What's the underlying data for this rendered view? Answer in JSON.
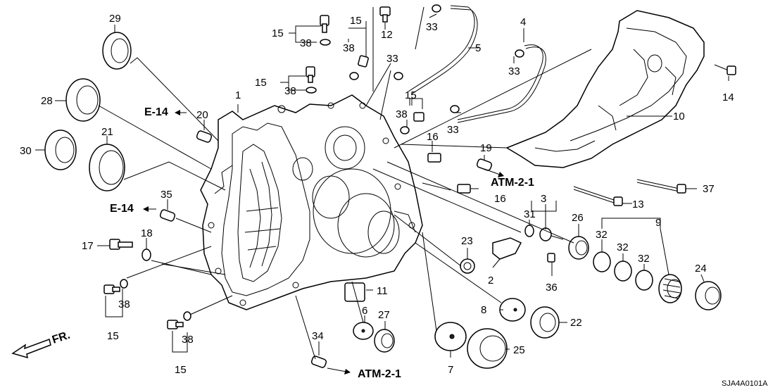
{
  "callouts": {
    "c1": "1",
    "c2": "2",
    "c3": "3",
    "c4": "4",
    "c5": "5",
    "c6": "6",
    "c7": "7",
    "c8": "8",
    "c9": "9",
    "c10": "10",
    "c11": "11",
    "c12": "12",
    "c13": "13",
    "c14": "14",
    "c15a": "15",
    "c15b": "15",
    "c15c": "15",
    "c15d": "15",
    "c15e": "15",
    "c15f": "15",
    "c16a": "16",
    "c16b": "16",
    "c17": "17",
    "c18": "18",
    "c19": "19",
    "c20": "20",
    "c21": "21",
    "c22": "22",
    "c23": "23",
    "c24": "24",
    "c25": "25",
    "c26": "26",
    "c27": "27",
    "c28": "28",
    "c29": "29",
    "c30": "30",
    "c31": "31",
    "c32a": "32",
    "c32b": "32",
    "c32c": "32",
    "c33a": "33",
    "c33b": "33",
    "c33c": "33",
    "c33d": "33",
    "c34": "34",
    "c35": "35",
    "c36": "36",
    "c37": "37",
    "c38a": "38",
    "c38b": "38",
    "c38c": "38",
    "c38d": "38",
    "c38e": "38",
    "c38f": "38"
  },
  "references": {
    "e14_top": "E-14",
    "e14_mid": "E-14",
    "atm_right": "ATM-2-1",
    "atm_bottom": "ATM-2-1",
    "front": "FR."
  },
  "diagram_code": "SJA4A0101A"
}
